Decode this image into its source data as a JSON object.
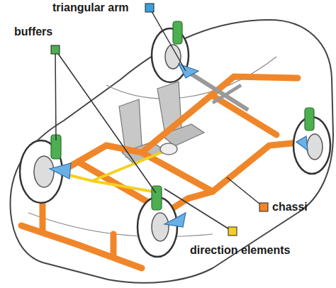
{
  "diagram": {
    "labels": [
      "triangular arm",
      "buffers",
      "chassi",
      "direction elements"
    ]
  }
}
